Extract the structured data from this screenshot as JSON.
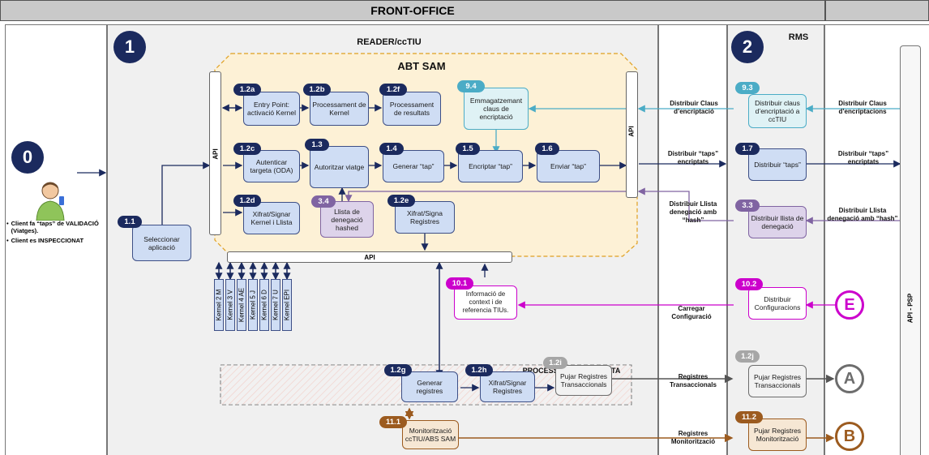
{
  "header": {
    "front_office": "FRONT-OFFICE"
  },
  "zones": {
    "reader_title": "READER/ccTIU",
    "abt_sam": "ABT SAM",
    "rms": "RMS",
    "processament_targeta": "PROCESSAMENT TARGETA"
  },
  "steps": {
    "zero": "0",
    "one": "1",
    "two": "2"
  },
  "client": {
    "bullets": [
      "Client fa “taps” de VALIDACIÓ (Viatges).",
      "Client es INSPECCIONAT"
    ]
  },
  "api": {
    "left": "API",
    "right": "API",
    "bottom": "API",
    "psp": "API - PSP"
  },
  "boxes": {
    "b1_1": {
      "num": "1.1",
      "text": "Seleccionar aplicació"
    },
    "b1_2a": {
      "num": "1.2a",
      "text": "Entry Point: activació Kernel"
    },
    "b1_2b": {
      "num": "1.2b",
      "text": "Processament de Kernel"
    },
    "b1_2f": {
      "num": "1.2f",
      "text": "Processament de resultats"
    },
    "b9_4": {
      "num": "9.4",
      "text": "Emmagatzemant claus de encriptació"
    },
    "b1_2c": {
      "num": "1.2c",
      "text": "Autenticar targeta (ODA)"
    },
    "b1_3": {
      "num": "1.3",
      "text": "Autoritzar viatge"
    },
    "b1_4": {
      "num": "1.4",
      "text": "Generar “tap”"
    },
    "b1_5": {
      "num": "1.5",
      "text": "Encriptar “tap”"
    },
    "b1_6": {
      "num": "1.6",
      "text": "Enviar “tap”"
    },
    "b1_2d": {
      "num": "1.2d",
      "text": "Xifrat/Signar Kernel i Llista"
    },
    "b3_4": {
      "num": "3.4",
      "text": "Llista de denegació hashed"
    },
    "b1_2e": {
      "num": "1.2e",
      "text": "Xifrat/Signa Registres"
    },
    "b10_1": {
      "num": "10.1",
      "text": "Informació de context i de referencia TIUs."
    },
    "b1_2g": {
      "num": "1.2g",
      "text": "Generar registres"
    },
    "b1_2h": {
      "num": "1.2h",
      "text": "Xifrat/Signar Registres"
    },
    "b1_2i": {
      "num": "1.2i",
      "text": "Pujar Registres Transaccionals"
    },
    "b11_1": {
      "num": "11.1",
      "text": "Monitorització ccTIU/ABS SAM"
    },
    "b9_3": {
      "num": "9.3",
      "text": "Distribuir claus d’encriptació a ccTIU"
    },
    "b1_7": {
      "num": "1.7",
      "text": "Distribuir “taps”"
    },
    "b3_3": {
      "num": "3.3",
      "text": "Distribuir llista de denegació"
    },
    "b10_2": {
      "num": "10.2",
      "text": "Distribuir Configuracions"
    },
    "b1_2j": {
      "num": "1.2j",
      "text": "Pujar Registres Transaccionals"
    },
    "b11_2": {
      "num": "11.2",
      "text": "Pujar Registres Monitorització"
    }
  },
  "kernels": [
    "Kernel 2 M",
    "Kernel 3 V",
    "Kernel 4 AE",
    "Kernel 5 J",
    "Kernel 6 D",
    "Kernel 7 U",
    "Kernel EPI"
  ],
  "edge_labels": {
    "distribuir_claus_1": "Distribuir Claus d’encriptació",
    "distribuir_claus_2": "Distribuir Claus d’encriptacions",
    "taps_1": "Distribuir “taps” encriptats",
    "taps_2": "Distribuir “taps” encriptats",
    "llista_1": "Distribuir Llista denegació amb “hash”",
    "llista_2": "Distribuir Llista denegació amb “hash”",
    "carregar": "Carregar Configuració",
    "registres_trans": "Registres Transaccionals",
    "registres_monit": "Registres Monitorització"
  },
  "connectors": {
    "e": "E",
    "a": "A",
    "b": "B"
  },
  "colors": {
    "navy": "#1b2a5e",
    "box_fill": "#cfddf4",
    "teal": "#4bacc6",
    "purple": "#8064a2",
    "magenta": "#cc00cc",
    "grey": "#6d6d6d",
    "brown": "#9c5b1f",
    "sam_fill": "#fdf1d6",
    "sam_border": "#e0a020"
  }
}
